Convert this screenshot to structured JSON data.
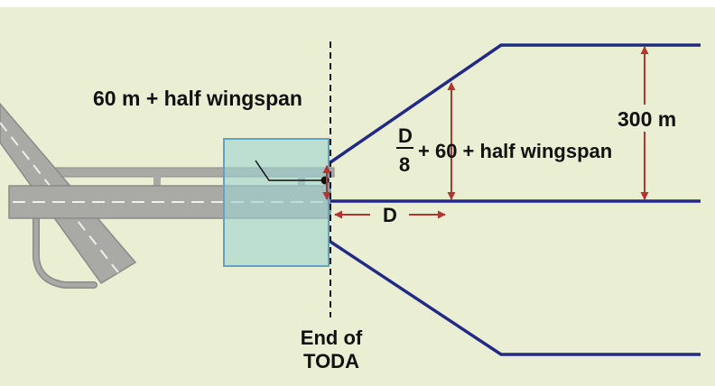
{
  "colors": {
    "background": "#eaefd3",
    "runway": "#a9aaa6",
    "runway_edge": "#8a8b88",
    "centerline": "#eeeeea",
    "clearway_box": "#9fd3d0",
    "clearway_border": "#5aa6c9",
    "surface_lines": "#232a86",
    "dimension_arrows": "#b3352f",
    "text": "#111111"
  },
  "labels": {
    "offset_label": "60 m + half wingspan",
    "width_label": "300 m",
    "fraction_numerator": "D",
    "fraction_denominator": "8",
    "formula_rest": "+ 60 + half wingspan",
    "distance_label": "D",
    "toda_line1": "End of",
    "toda_line2": "TODA"
  }
}
